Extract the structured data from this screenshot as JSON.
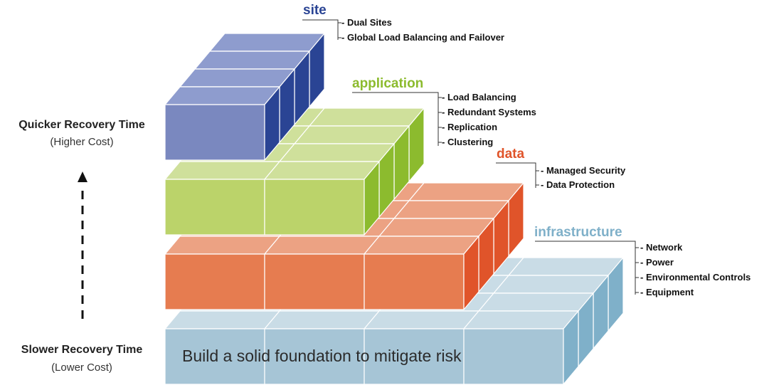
{
  "axis": {
    "top_title": "Quicker Recovery Time",
    "top_sub": "(Higher Cost)",
    "bottom_title": "Slower Recovery Time",
    "bottom_sub": "(Lower Cost)"
  },
  "foundation_text": "Build a solid foundation to mitigate risk",
  "layers": [
    {
      "key": "infrastructure",
      "label": "infrastructure",
      "color": "#7fb0c9",
      "items": [
        "- Network",
        "- Power",
        "- Environmental Controls",
        "- Equipment"
      ]
    },
    {
      "key": "data",
      "label": "data",
      "color": "#e0542a",
      "items": [
        "- Managed Security",
        "- Data Protection"
      ]
    },
    {
      "key": "application",
      "label": "application",
      "color": "#8cbb2e",
      "items": [
        "- Load Balancing",
        "- Redundant Systems",
        "- Replication",
        "- Clustering"
      ]
    },
    {
      "key": "site",
      "label": "site",
      "color": "#2a4494",
      "items": [
        "- Dual Sites",
        "- Global Load Balancing and Failover"
      ]
    }
  ]
}
